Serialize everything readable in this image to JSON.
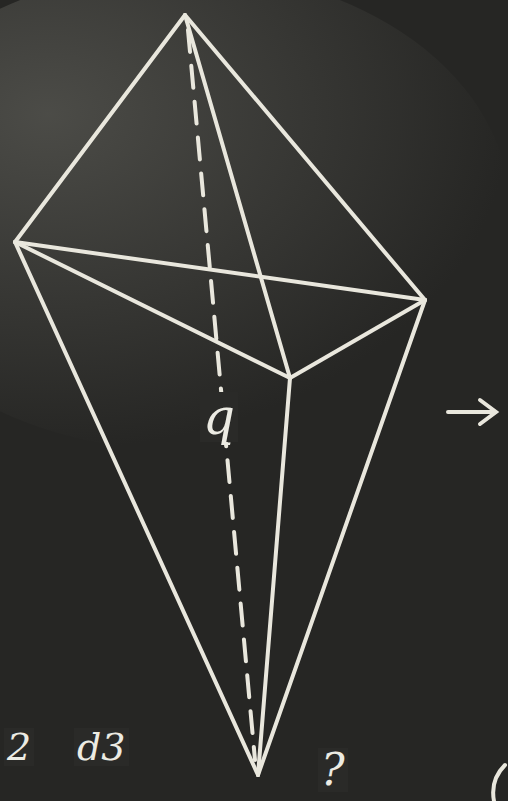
{
  "diagram": {
    "labels": [
      "q",
      "2",
      "d3",
      "?"
    ]
  }
}
